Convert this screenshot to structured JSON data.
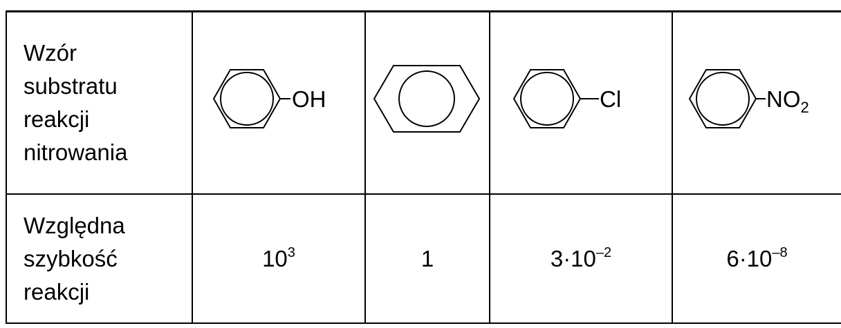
{
  "table": {
    "row1_label": [
      "Wzór",
      "substratu",
      "reakcji",
      "nitrowania"
    ],
    "row2_label": [
      "Względna",
      "szybkość",
      "reakcji"
    ],
    "substrates": [
      {
        "icon": "phenol-structure-icon",
        "substituent": "OH",
        "substituent_sub": ""
      },
      {
        "icon": "benzene-structure-icon",
        "substituent": "",
        "substituent_sub": ""
      },
      {
        "icon": "chlorobenzene-structure-icon",
        "substituent": "Cl",
        "substituent_sub": ""
      },
      {
        "icon": "nitrobenzene-structure-icon",
        "substituent": "NO",
        "substituent_sub": "2"
      }
    ],
    "rates": [
      {
        "base": "10",
        "exp": "3"
      },
      {
        "base": "1",
        "exp": ""
      },
      {
        "base": "3·10",
        "exp": "–2"
      },
      {
        "base": "6·10",
        "exp": "–8"
      }
    ]
  }
}
